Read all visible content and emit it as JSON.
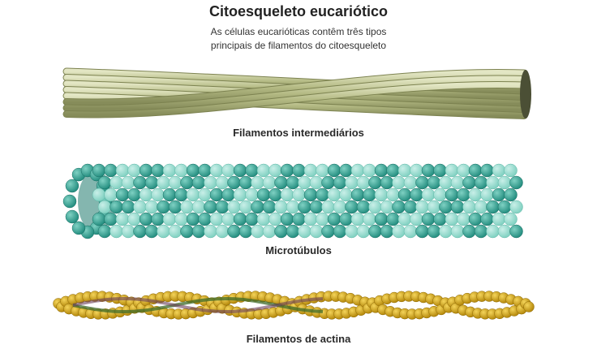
{
  "title": "Citoesqueleto eucariótico",
  "subtitle": {
    "line1": "As células eucarióticas contêm três tipos",
    "line2": "principais de filamentos do citoesqueleto"
  },
  "filaments": [
    {
      "id": "intermediate",
      "label": "Filamentos intermediários",
      "color": "#b9bf8a"
    },
    {
      "id": "microtubule",
      "label": "Microtúbulos",
      "color": "#3aa89a"
    },
    {
      "id": "actin",
      "label": "Filamentos de actina",
      "color": "#d3a514"
    }
  ]
}
